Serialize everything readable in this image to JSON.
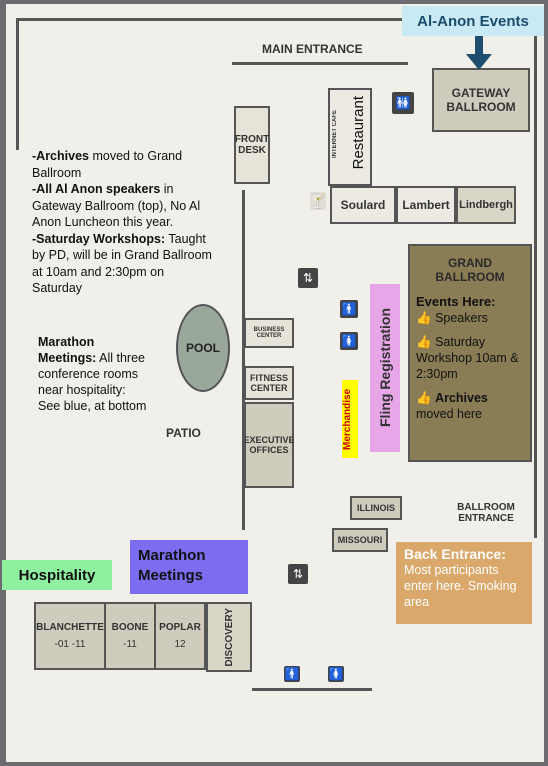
{
  "banner": {
    "al_anon_events": "Al-Anon Events"
  },
  "labels": {
    "main_entrance": "MAIN ENTRANCE",
    "gateway_ballroom": "GATEWAY BALLROOM",
    "front_desk": "FRONT DESK",
    "internet_cafe": "INTERNET CAFE",
    "restaurant": "Restaurant",
    "soulard": "Soulard",
    "lambert": "Lambert",
    "lindbergh": "Lindbergh",
    "grand_ballroom": "GRAND BALLROOM",
    "pool": "POOL",
    "business_center": "BUSINESS CENTER",
    "fitness_center": "FITNESS CENTER",
    "executive_offices": "EXECUTIVE OFFICES",
    "patio": "PATIO",
    "illinois": "ILLINOIS",
    "missouri": "MISSOURI",
    "ballroom_entrance": "BALLROOM ENTRANCE",
    "blanchette": "BLANCHETTE",
    "blanchette_nums": "-01 -11",
    "boone": "BOONE",
    "boone_num": "-11",
    "poplar": "POPLAR",
    "poplar_num": "12",
    "discovery": "DISCOVERY"
  },
  "annotations": {
    "merchandise": "Merchandise",
    "fling_registration": "Fling Registration",
    "hospitality": "Hospitality",
    "marathon_meetings": "Marathon Meetings",
    "events_here_title": "Events Here:",
    "events_here_1": "Speakers",
    "events_here_2": "Saturday Workshop 10am & 2:30pm",
    "events_here_3": "Archives",
    "events_here_3b": "moved here",
    "back_entrance_title": "Back Entrance:",
    "back_entrance_body": "Most participants enter here. Smoking area"
  },
  "notes": {
    "n1_bold": "-Archives",
    "n1_rest": " moved to Grand Ballroom",
    "n2_bold": "-All Al Anon speakers",
    "n2_rest": " in Gateway Ballroom (top), No Al Anon Luncheon this year.",
    "n3_bold": "-Saturday Workshops:",
    "n3_rest": " Taught by PD, will be in Grand Ballroom at 10am and 2:30pm on Saturday",
    "n4_bold": "Marathon Meetings:",
    "n4_rest": " All three conference rooms near hospitality: See blue, at bottom"
  },
  "colors": {
    "banner_bg": "#c9eaf5",
    "arrow": "#1f4e6e",
    "grand_ballroom_bg": "#8a7c55",
    "merch_bg": "#ffff00",
    "fling_bg": "#e7a6e8",
    "hospitality_bg": "#8ff0a0",
    "marathon_bg": "#7b6cf0",
    "back_entrance_bg": "#d9a86a"
  }
}
